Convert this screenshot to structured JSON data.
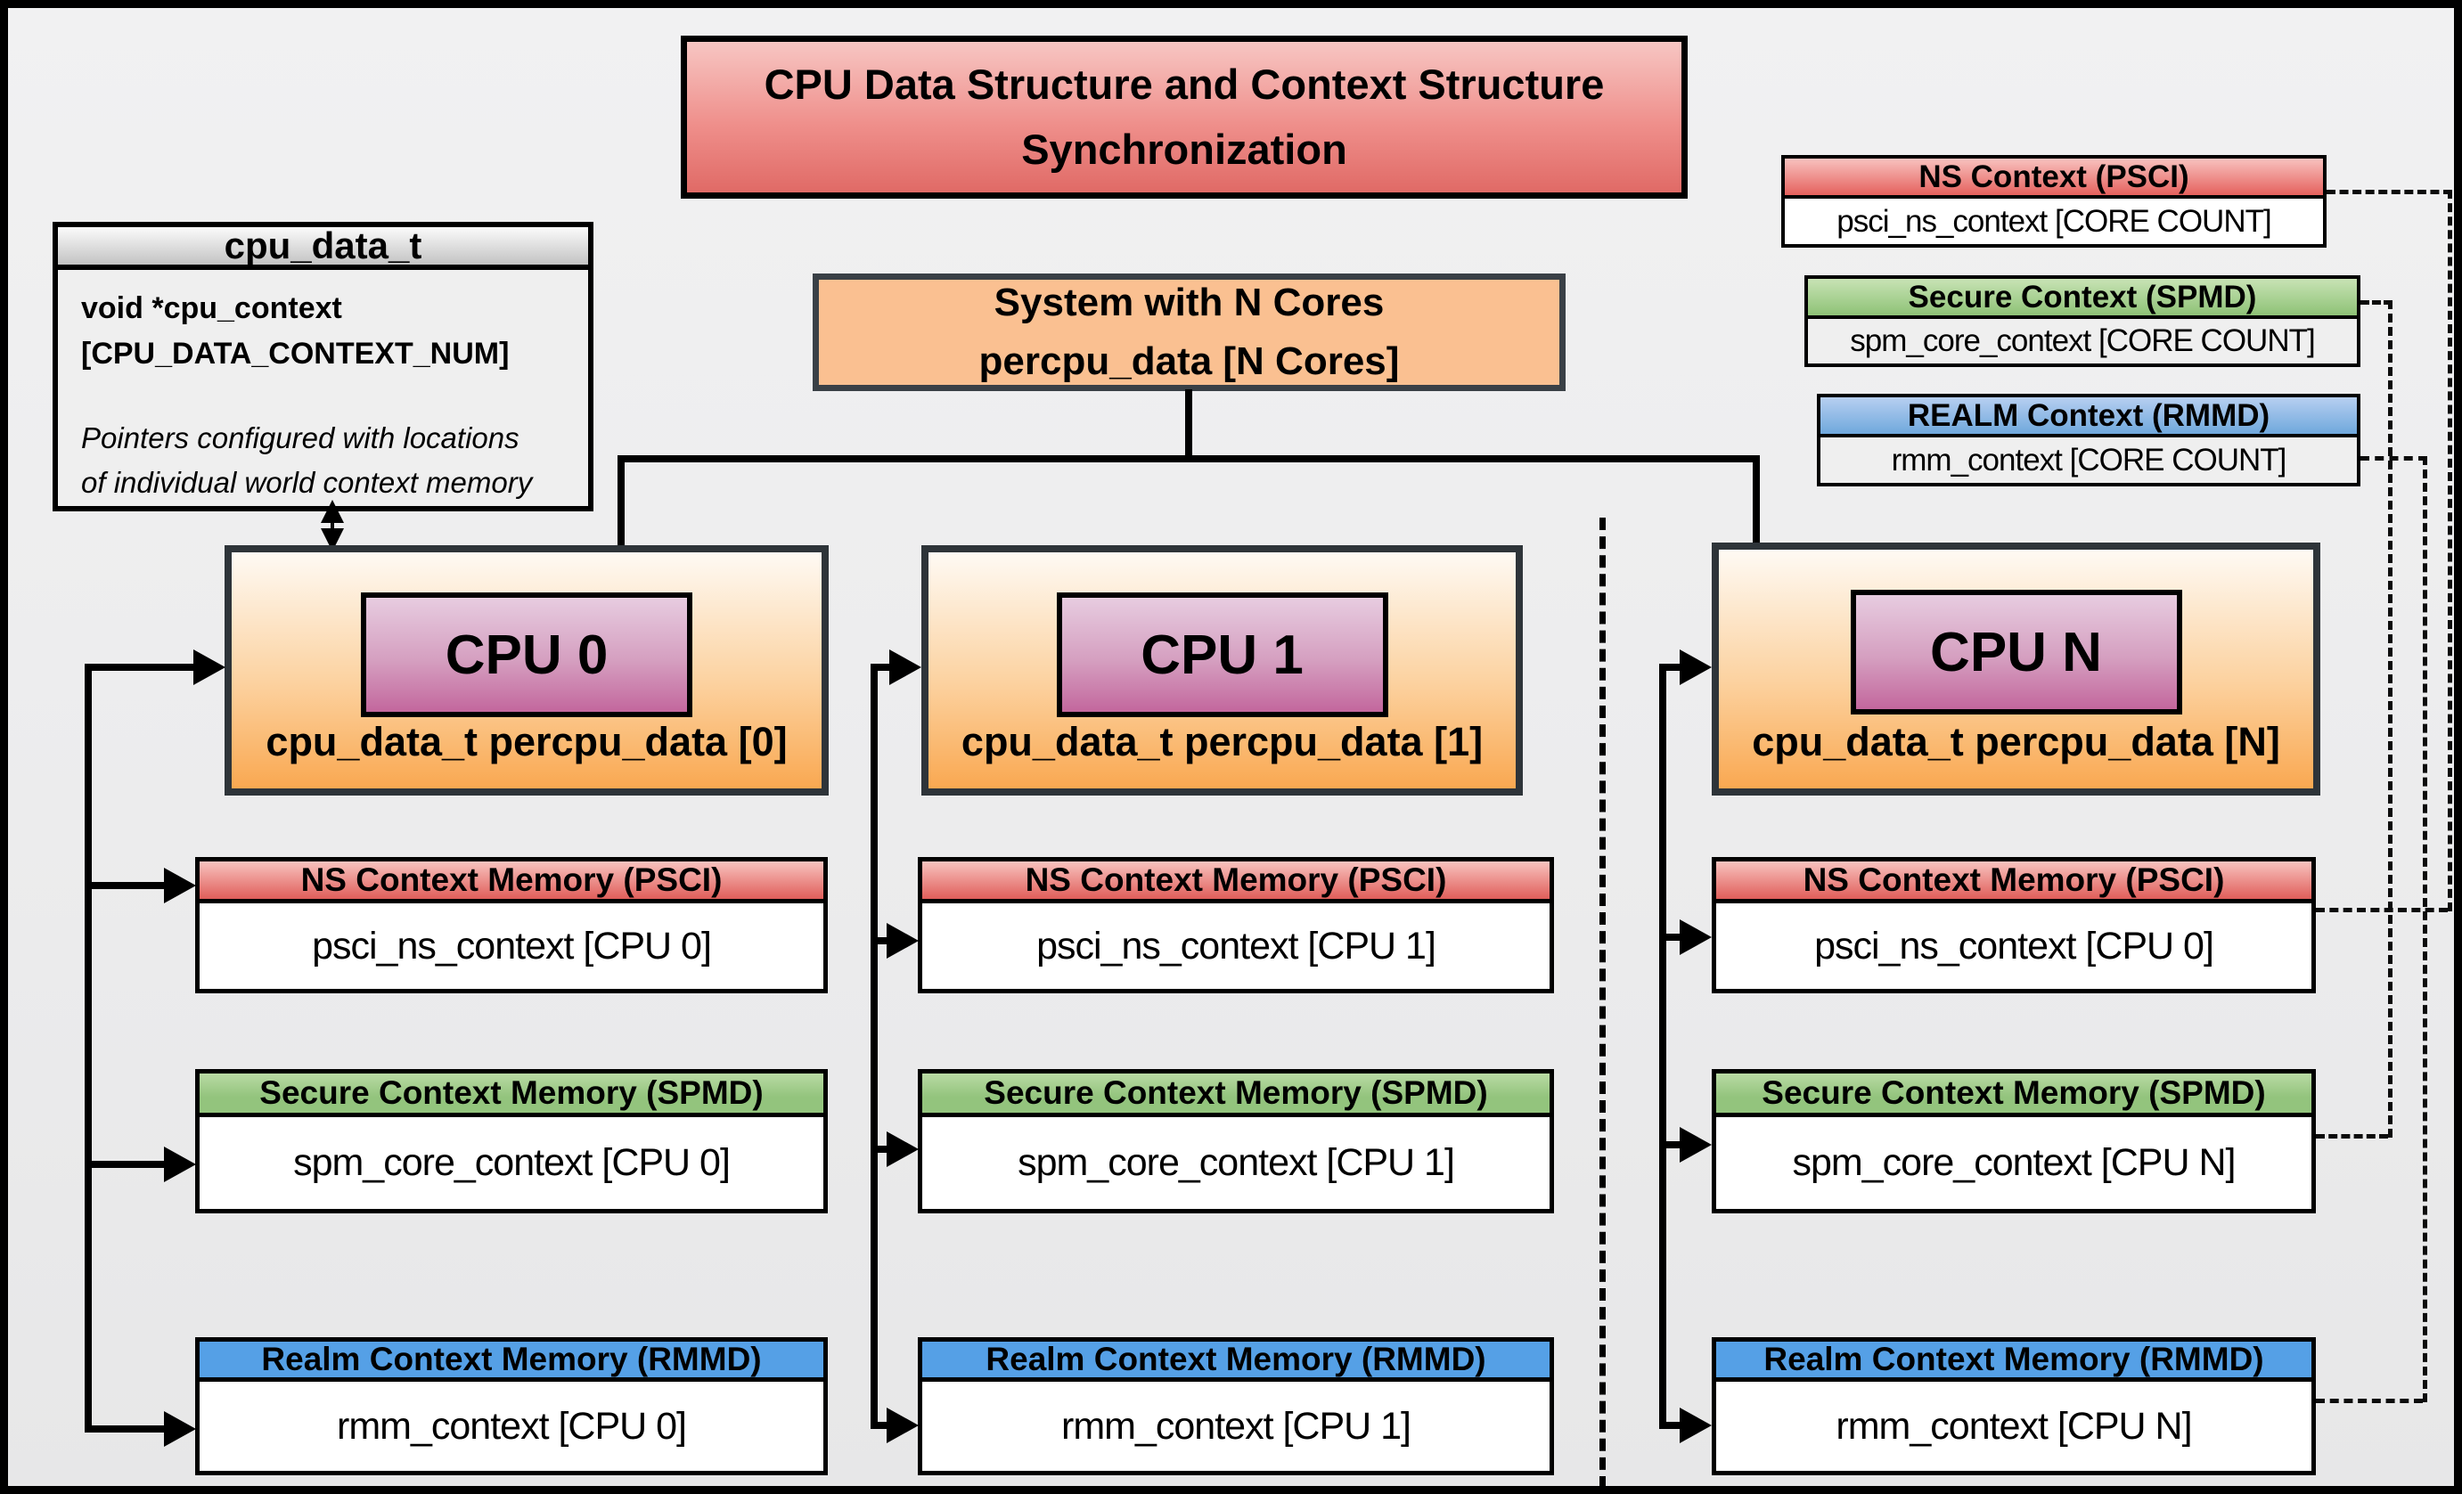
{
  "title": {
    "line1": "CPU Data Structure and Context Structure",
    "line2": "Synchronization"
  },
  "cpu_data_struct": {
    "header": "cpu_data_t",
    "field_line1": "void  *cpu_context",
    "field_line2": "[CPU_DATA_CONTEXT_NUM]",
    "note_line1": "Pointers configured with locations",
    "note_line2": "of individual world context memory"
  },
  "system_box": {
    "line1": "System with N Cores",
    "line2": "percpu_data [N Cores]"
  },
  "legend": [
    {
      "header": "NS Context  (PSCI)",
      "body": "psci_ns_context [CORE COUNT]"
    },
    {
      "header": "Secure Context (SPMD)",
      "body": "spm_core_context [CORE COUNT]"
    },
    {
      "header": "REALM Context (RMMD)",
      "body": "rmm_context [CORE COUNT]"
    }
  ],
  "cpu_columns": [
    {
      "badge": "CPU 0",
      "data_label": "cpu_data_t percpu_data [0]",
      "ns": {
        "header": "NS Context Memory (PSCI)",
        "body": "psci_ns_context [CPU 0]"
      },
      "secure": {
        "header": "Secure Context Memory (SPMD)",
        "body": "spm_core_context [CPU 0]"
      },
      "realm": {
        "header": "Realm Context Memory (RMMD)",
        "body": "rmm_context [CPU 0]"
      }
    },
    {
      "badge": "CPU 1",
      "data_label": "cpu_data_t percpu_data [1]",
      "ns": {
        "header": "NS Context Memory (PSCI)",
        "body": "psci_ns_context [CPU 1]"
      },
      "secure": {
        "header": "Secure Context Memory (SPMD)",
        "body": "spm_core_context [CPU 1]"
      },
      "realm": {
        "header": "Realm Context Memory (RMMD)",
        "body": "rmm_context [CPU 1]"
      }
    },
    {
      "badge": "CPU N",
      "data_label": "cpu_data_t percpu_data [N]",
      "ns": {
        "header": "NS Context Memory (PSCI)",
        "body": "psci_ns_context [CPU 0]"
      },
      "secure": {
        "header": "Secure Context Memory (SPMD)",
        "body": "spm_core_context [CPU N]"
      },
      "realm": {
        "header": "Realm Context Memory (RMMD)",
        "body": "rmm_context [CPU N]"
      }
    }
  ],
  "colors": {
    "title_red": "#e06666",
    "ns_red": "#e06666",
    "secure_green": "#93c47d",
    "realm_blue": "#55a0e6",
    "cpu_box_orange": "#f9a851",
    "system_orange": "#fac091",
    "badge_pink": "#c3679d",
    "struct_header_gray": "#d9d9d9"
  }
}
